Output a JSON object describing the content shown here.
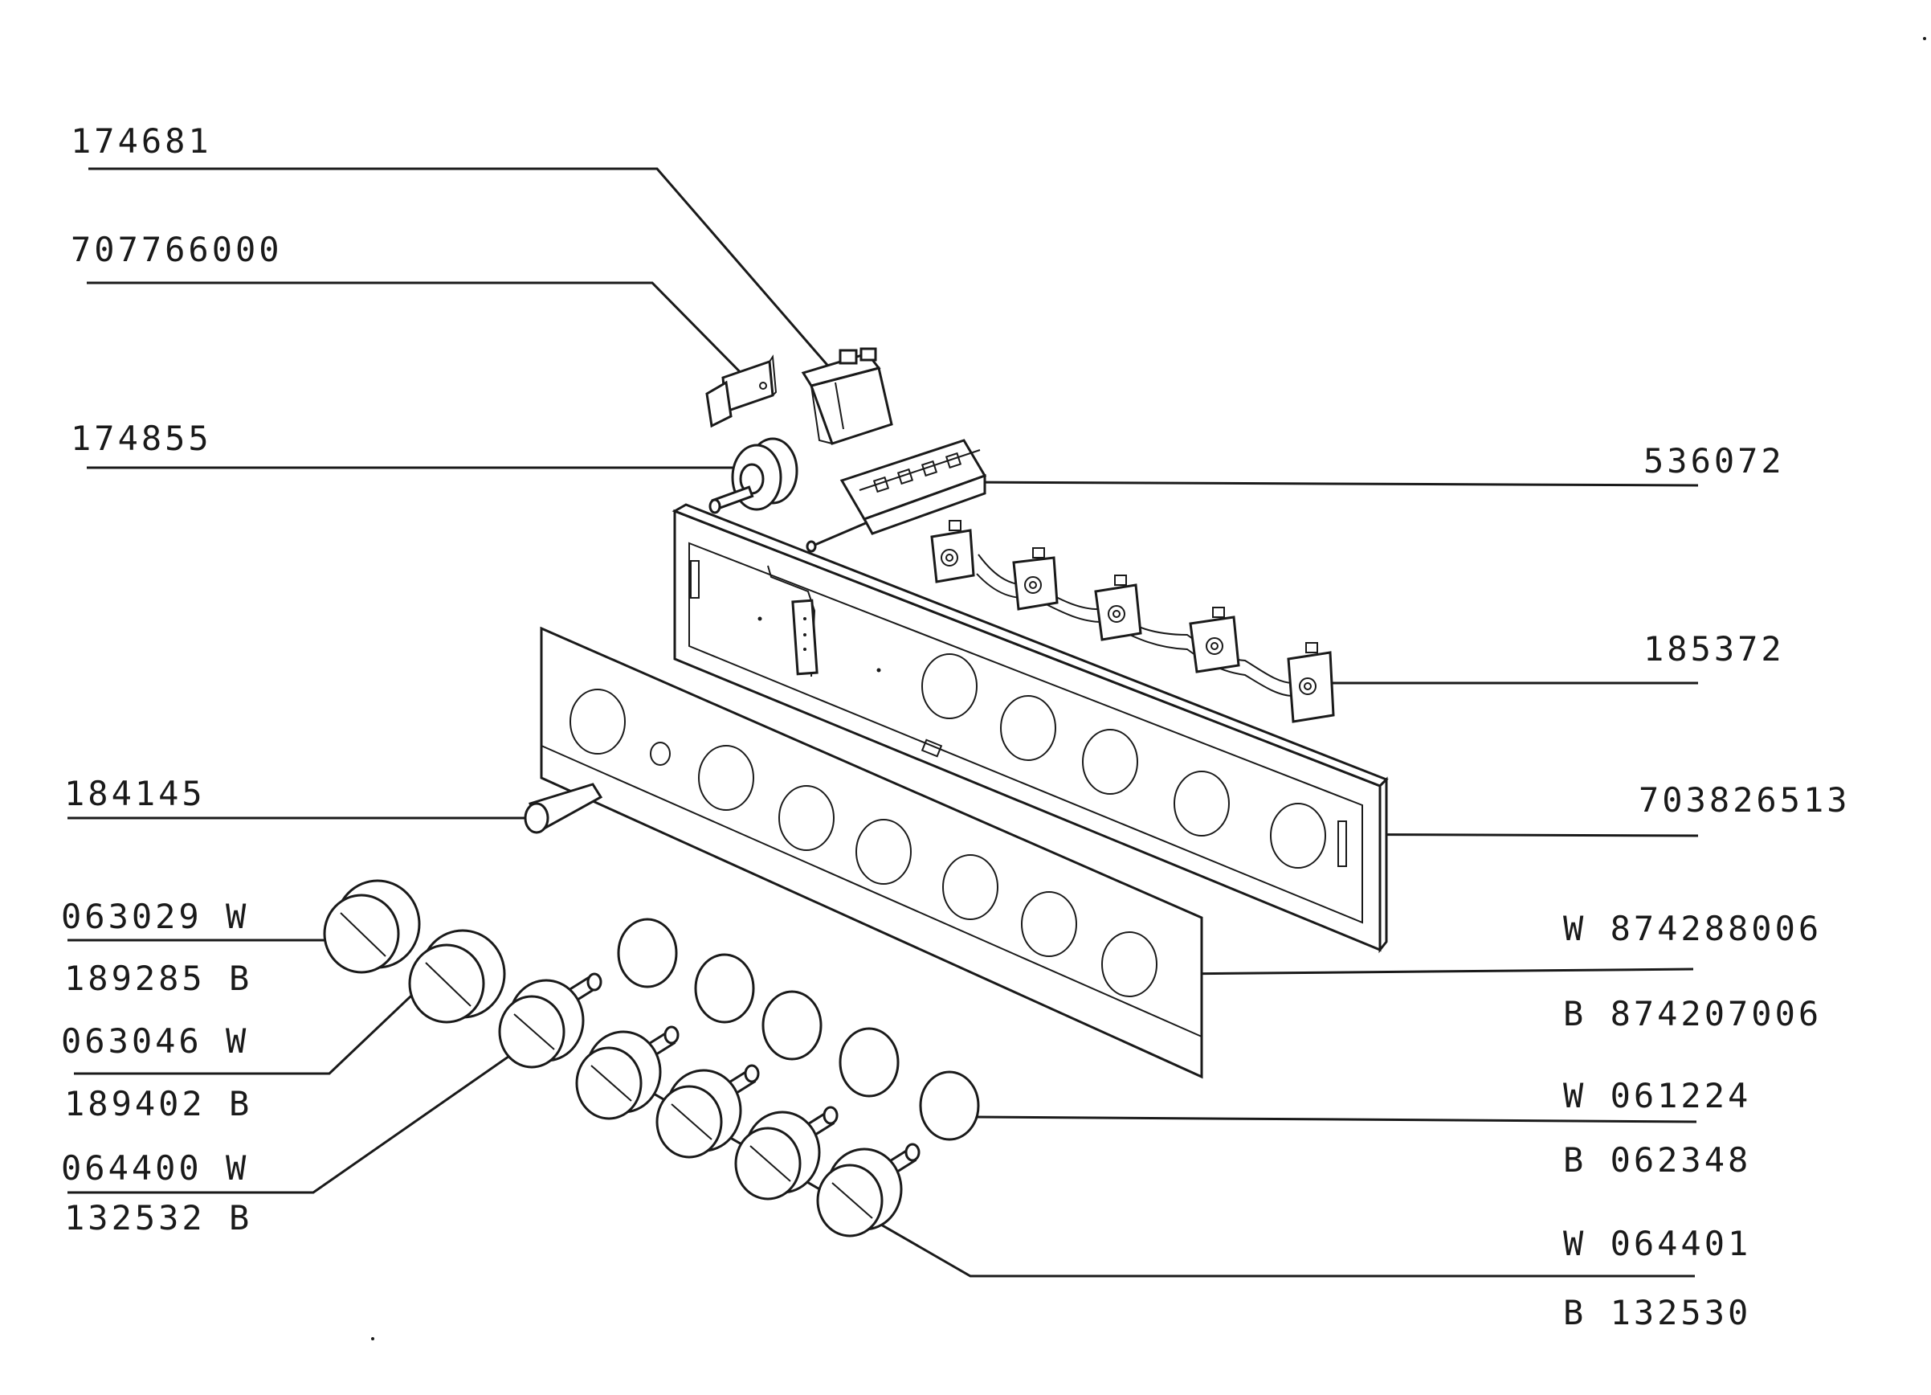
{
  "labels": {
    "p174681": "174681",
    "p707766000": "707766000",
    "p174855": "174855",
    "p184145": "184145",
    "p063029": "063029 W",
    "p189285": "189285 B",
    "p063046": "063046 W",
    "p189402": "189402 B",
    "p064400": "064400 W",
    "p132532": "132532 B",
    "p536072": "536072",
    "p185372": "185372",
    "p703826513": "703826513",
    "w874288006": "W  874288006",
    "b874207006": "B  874207006",
    "w061224": "W  061224",
    "b062348": "B  062348",
    "w064401": "W  064401",
    "b132530": "B  132530"
  }
}
